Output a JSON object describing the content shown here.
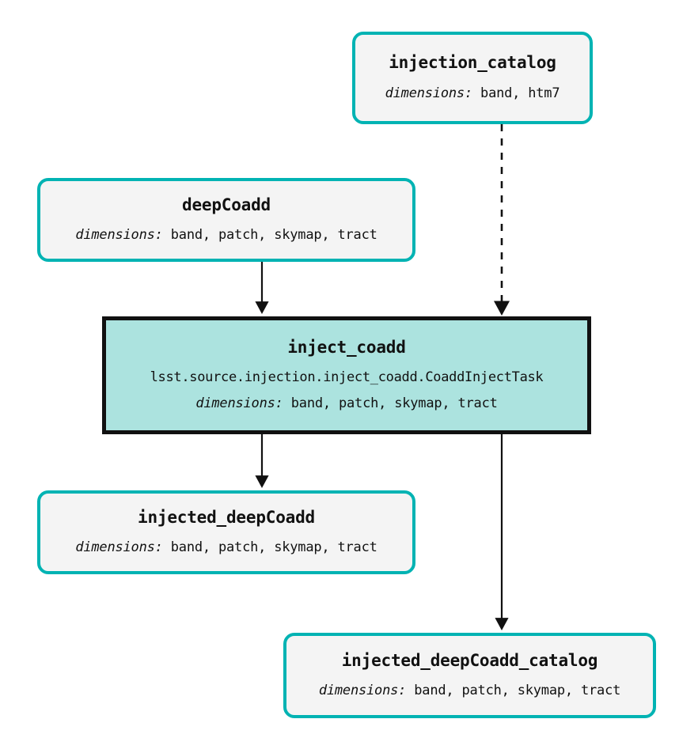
{
  "diagram": {
    "type": "pipeline-graph",
    "title_text": "",
    "colors": {
      "dataset_border": "#00b3b3",
      "dataset_fill": "#f4f4f4",
      "task_border": "#111111",
      "task_fill": "#ace3df",
      "edge": "#111111",
      "text": "#111111",
      "background": "#ffffff"
    },
    "dimensions_label": "dimensions:",
    "nodes": [
      {
        "id": "injection_catalog",
        "kind": "dataset",
        "title": "injection_catalog",
        "dims_label": "dimensions:",
        "dims_value": "band, htm7"
      },
      {
        "id": "deepCoadd",
        "kind": "dataset",
        "title": "deepCoadd",
        "dims_label": "dimensions:",
        "dims_value": "band, patch, skymap, tract"
      },
      {
        "id": "inject_coadd",
        "kind": "task",
        "title": "inject_coadd",
        "task_path": "lsst.source.injection.inject_coadd.CoaddInjectTask",
        "dims_label": "dimensions:",
        "dims_value": "band, patch, skymap, tract"
      },
      {
        "id": "injected_deepCoadd",
        "kind": "dataset",
        "title": "injected_deepCoadd",
        "dims_label": "dimensions:",
        "dims_value": "band, patch, skymap, tract"
      },
      {
        "id": "injected_deepCoadd_catalog",
        "kind": "dataset",
        "title": "injected_deepCoadd_catalog",
        "dims_label": "dimensions:",
        "dims_value": "band, patch, skymap, tract"
      }
    ],
    "edges": [
      {
        "id": "e1",
        "from": "injection_catalog",
        "to": "inject_coadd",
        "style": "dashed",
        "arrow": "filled-triangle"
      },
      {
        "id": "e2",
        "from": "deepCoadd",
        "to": "inject_coadd",
        "style": "solid",
        "arrow": "filled-triangle"
      },
      {
        "id": "e3",
        "from": "inject_coadd",
        "to": "injected_deepCoadd",
        "style": "solid",
        "arrow": "filled-triangle"
      },
      {
        "id": "e4",
        "from": "inject_coadd",
        "to": "injected_deepCoadd_catalog",
        "style": "solid",
        "arrow": "filled-triangle"
      }
    ]
  }
}
